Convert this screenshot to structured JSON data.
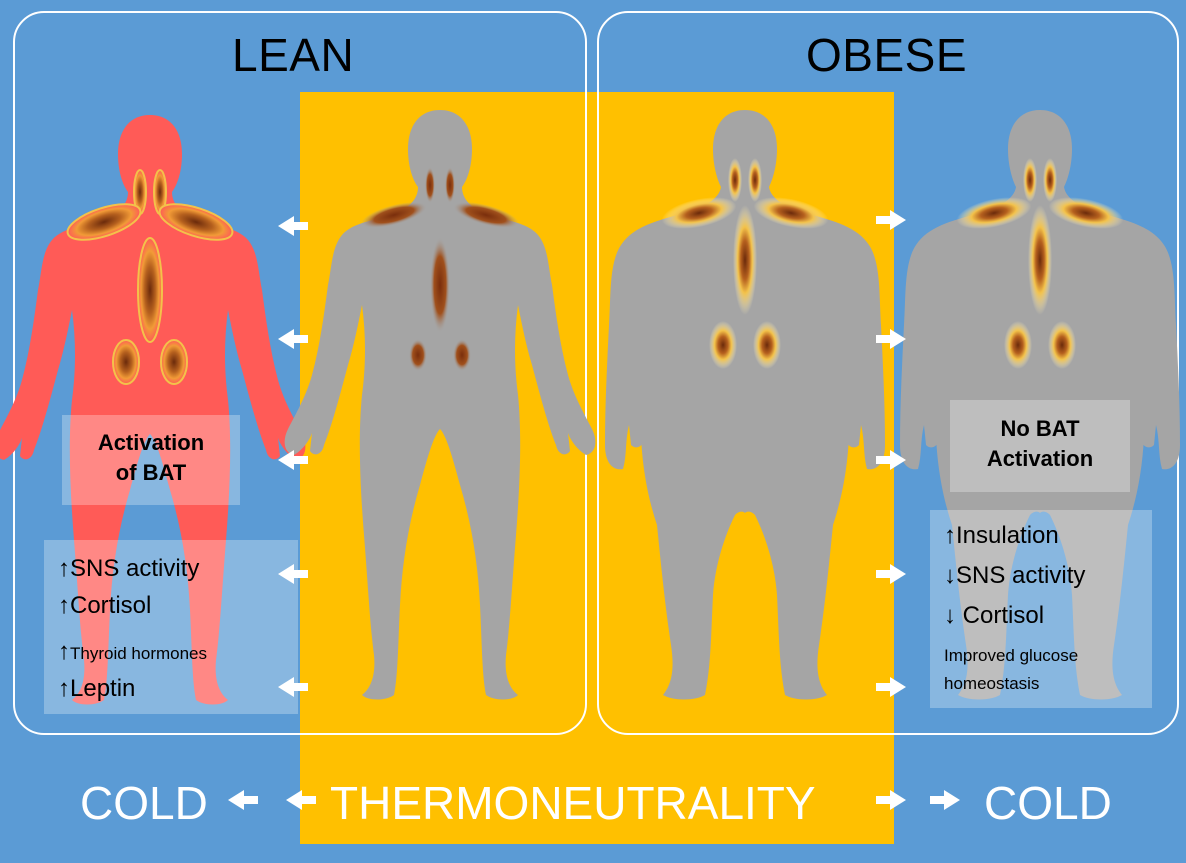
{
  "panels": {
    "lean": {
      "title": "LEAN"
    },
    "obese": {
      "title": "OBESE"
    }
  },
  "lean_box": {
    "label_line1": "Activation",
    "label_line2": "of BAT",
    "items": [
      {
        "arrow": "↑",
        "text": "SNS activity"
      },
      {
        "arrow": "↑",
        "text": "Cortisol"
      },
      {
        "arrow": "↑",
        "text": "Thyroid hormones"
      },
      {
        "arrow": "↑",
        "text": "Leptin"
      }
    ]
  },
  "obese_box": {
    "label_line1": "No BAT",
    "label_line2": "Activation",
    "items": [
      {
        "arrow": "↑",
        "text": "Insulation"
      },
      {
        "arrow": "↓",
        "text": "SNS activity"
      },
      {
        "arrow": "↓",
        "text": " Cortisol"
      },
      {
        "arrow": "",
        "text": "Improved glucose"
      },
      {
        "arrow": "",
        "text": "homeostasis"
      }
    ]
  },
  "bottom": {
    "left": "COLD",
    "center": "THERMONEUTRALITY",
    "right": "COLD"
  },
  "colors": {
    "background": "#5b9bd5",
    "thermoneutral_band": "#ffc000",
    "activated_body": "#ff5b57",
    "inactive_body": "#a5a5a5",
    "panel_border": "#ffffff",
    "arrow": "#ffffff"
  }
}
